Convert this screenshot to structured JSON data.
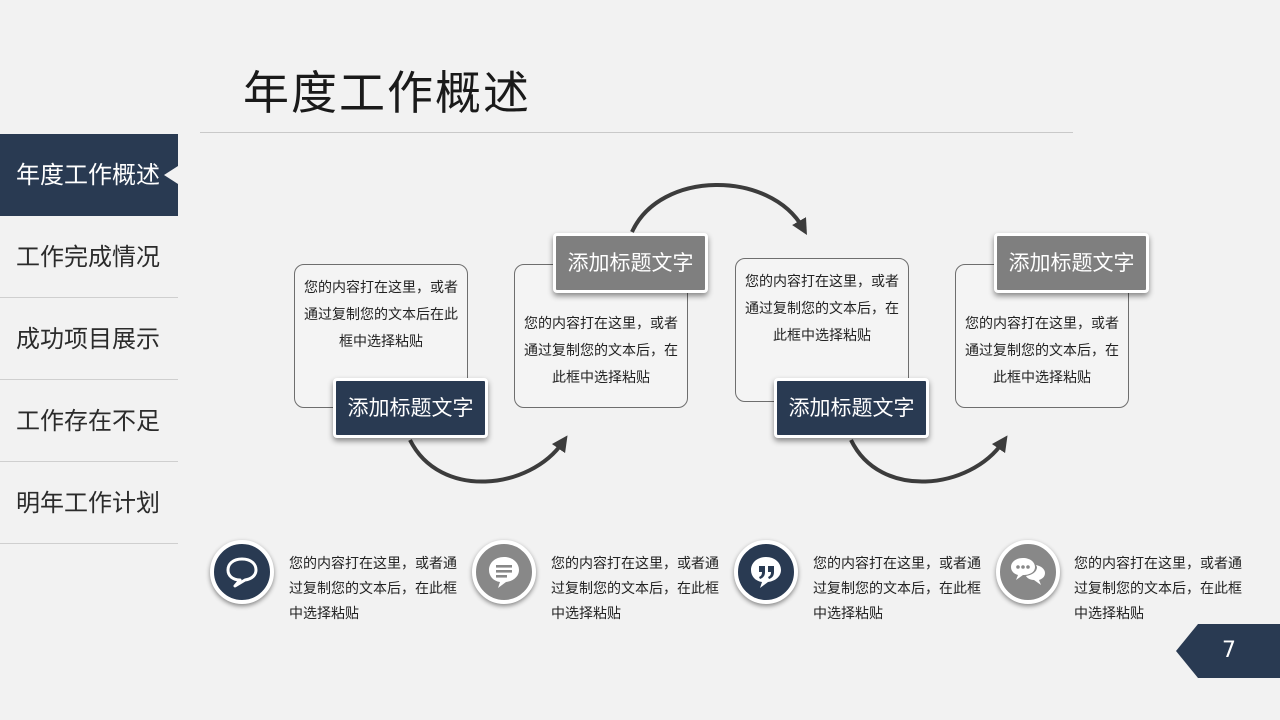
{
  "title": "年度工作概述",
  "sidebar": {
    "items": [
      {
        "label": "年度工作概述",
        "active": true
      },
      {
        "label": "工作完成情况",
        "active": false
      },
      {
        "label": "成功项目展示",
        "active": false
      },
      {
        "label": "工作存在不足",
        "active": false
      },
      {
        "label": "明年工作计划",
        "active": false
      }
    ]
  },
  "process": {
    "boxes": [
      {
        "text": "您的内容打在这里，或者通过复制您的文本后在此框中选择粘贴",
        "tag": "添加标题文字"
      },
      {
        "text": "您的内容打在这里，或者通过复制您的文本后，在此框中选择粘贴",
        "tag": "添加标题文字"
      },
      {
        "text": "您的内容打在这里，或者通过复制您的文本后，在此框中选择粘贴",
        "tag": "添加标题文字"
      },
      {
        "text": "您的内容打在这里，或者通过复制您的文本后，在此框中选择粘贴",
        "tag": "添加标题文字"
      }
    ]
  },
  "features": [
    {
      "icon": "speech-bubble-icon",
      "text": "您的内容打在这里，或者通过复制您的文本后，在此框中选择粘贴"
    },
    {
      "icon": "message-lines-icon",
      "text": "您的内容打在这里，或者通过复制您的文本后，在此框中选择粘贴"
    },
    {
      "icon": "quote-bubble-icon",
      "text": "您的内容打在这里，或者通过复制您的文本后，在此框中选择粘贴"
    },
    {
      "icon": "chat-bubbles-icon",
      "text": "您的内容打在这里，或者通过复制您的文本后，在此框中选择粘贴"
    }
  ],
  "page_number": "7",
  "colors": {
    "navy": "#293a52",
    "grey": "#7f7f7f",
    "background": "#f2f2f2"
  }
}
